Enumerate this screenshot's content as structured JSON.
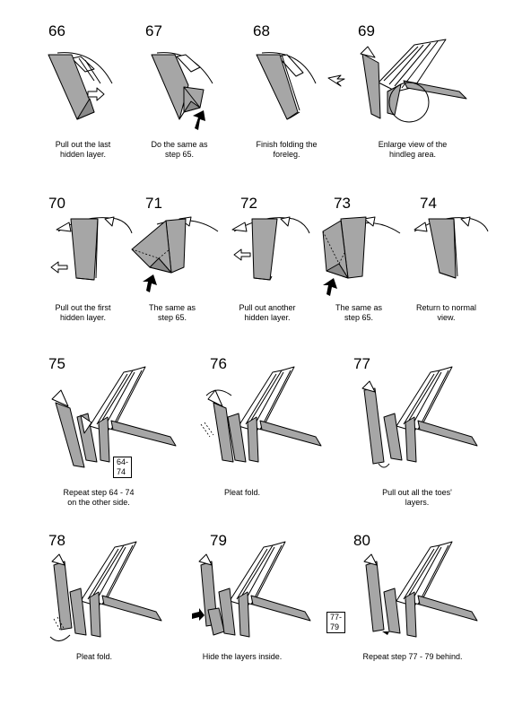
{
  "steps": [
    {
      "number": "66",
      "caption": "Pull out the last\nhidden layer."
    },
    {
      "number": "67",
      "caption": "Do the same as\nstep 65."
    },
    {
      "number": "68",
      "caption": "Finish folding the\nforeleg."
    },
    {
      "number": "69",
      "caption": "Enlarge view of the\nhindleg area."
    },
    {
      "number": "70",
      "caption": "Pull out the first\nhidden layer."
    },
    {
      "number": "71",
      "caption": "The same as\nstep 65."
    },
    {
      "number": "72",
      "caption": "Pull out another\nhidden layer."
    },
    {
      "number": "73",
      "caption": "The same as\nstep 65."
    },
    {
      "number": "74",
      "caption": "Return to normal\nview."
    },
    {
      "number": "75",
      "caption": "Repeat step 64 - 74\non the other side.",
      "ref": "64-74"
    },
    {
      "number": "76",
      "caption": "Pleat fold."
    },
    {
      "number": "77",
      "caption": "Pull out all the toes'\nlayers."
    },
    {
      "number": "78",
      "caption": "Pleat fold."
    },
    {
      "number": "79",
      "caption": "Hide the layers inside."
    },
    {
      "number": "80",
      "caption": "Repeat step 77 - 79 behind.",
      "ref": "77-79"
    }
  ]
}
